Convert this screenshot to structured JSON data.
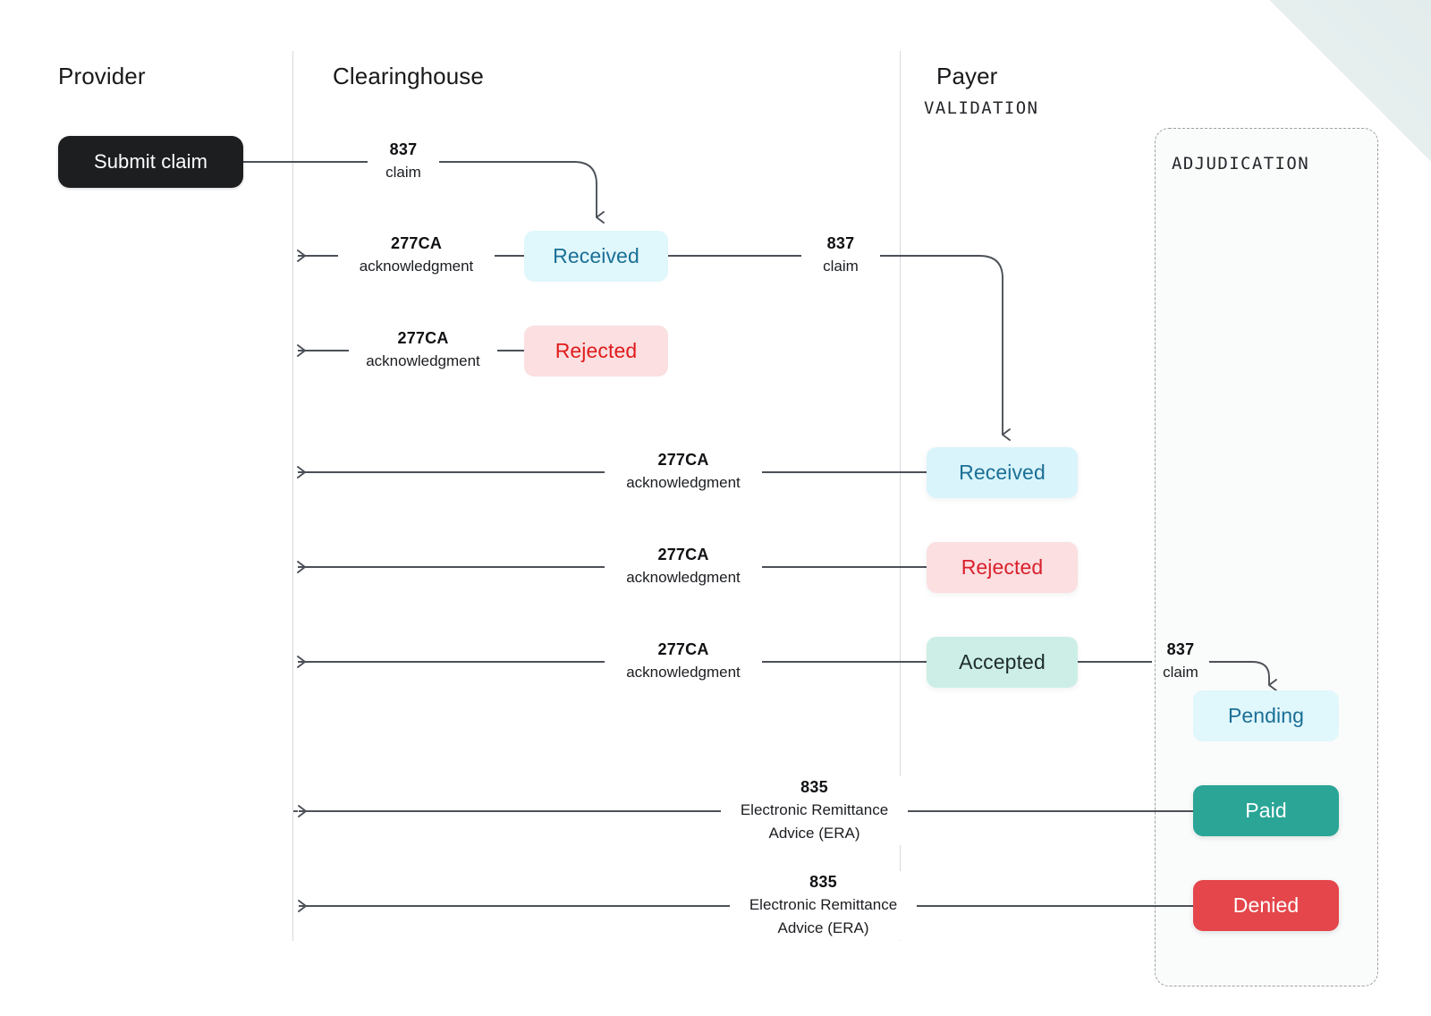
{
  "lanes": [
    {
      "id": "provider",
      "title": "Provider"
    },
    {
      "id": "clearinghouse",
      "title": "Clearinghouse"
    },
    {
      "id": "payer",
      "title": "Payer",
      "subtitle": "VALIDATION"
    }
  ],
  "group": {
    "label": "ADJUDICATION"
  },
  "actions": [
    {
      "id": "submit-claim",
      "label": "Submit claim"
    }
  ],
  "states": [
    {
      "id": "ch-received",
      "label": "Received",
      "lane": "clearinghouse",
      "style": "soft-blue"
    },
    {
      "id": "ch-rejected",
      "label": "Rejected",
      "lane": "clearinghouse",
      "style": "soft-red"
    },
    {
      "id": "payer-received",
      "label": "Received",
      "lane": "payer",
      "style": "soft-blue"
    },
    {
      "id": "payer-rejected",
      "label": "Rejected",
      "lane": "payer",
      "style": "soft-red"
    },
    {
      "id": "payer-accepted",
      "label": "Accepted",
      "lane": "payer",
      "style": "soft-teal"
    },
    {
      "id": "adj-pending",
      "label": "Pending",
      "lane": "adjudication",
      "style": "soft-blue"
    },
    {
      "id": "adj-paid",
      "label": "Paid",
      "lane": "adjudication",
      "style": "solid-teal"
    },
    {
      "id": "adj-denied",
      "label": "Denied",
      "lane": "adjudication",
      "style": "solid-red"
    }
  ],
  "edges": [
    {
      "id": "e1",
      "code": "837",
      "desc": "claim",
      "desc2": ""
    },
    {
      "id": "e2",
      "code": "277CA",
      "desc": "acknowledgment",
      "desc2": ""
    },
    {
      "id": "e3",
      "code": "277CA",
      "desc": "acknowledgment",
      "desc2": ""
    },
    {
      "id": "e4",
      "code": "837",
      "desc": "claim",
      "desc2": ""
    },
    {
      "id": "e5",
      "code": "277CA",
      "desc": "acknowledgment",
      "desc2": ""
    },
    {
      "id": "e6",
      "code": "277CA",
      "desc": "acknowledgment",
      "desc2": ""
    },
    {
      "id": "e7",
      "code": "277CA",
      "desc": "acknowledgment",
      "desc2": ""
    },
    {
      "id": "e8",
      "code": "837",
      "desc": "claim",
      "desc2": ""
    },
    {
      "id": "e9",
      "code": "835",
      "desc": "Electronic Remittance",
      "desc2": "Advice (ERA)"
    },
    {
      "id": "e10",
      "code": "835",
      "desc": "Electronic Remittance",
      "desc2": "Advice (ERA)"
    }
  ],
  "colors": {
    "soft_blue_bg": "#e0f7fc",
    "soft_blue_text": "#1b6f96",
    "soft_red_bg": "#fbdfe1",
    "soft_red_text": "#e01b1b",
    "soft_teal_bg": "#cceee6",
    "soft_teal_text": "#1d2b2a",
    "solid_teal_bg": "#2aa596",
    "solid_red_bg": "#e4464b",
    "solid_text": "#ffffff",
    "action_bg": "#1d1e20",
    "action_text": "#ffffff",
    "wire": "#4c5158",
    "lane_rule": "#d6d9dc",
    "group_border": "#9aa0a6",
    "corner_wedge": "#e3ecec"
  }
}
